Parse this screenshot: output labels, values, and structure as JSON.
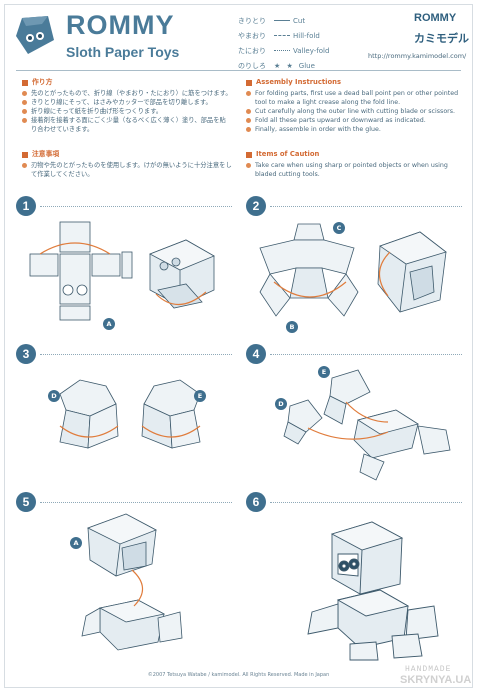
{
  "header": {
    "brand_title": "ROMMY",
    "brand_subtitle": "Sloth Paper Toys",
    "brand_right": "ROMMY",
    "brand_right_jp": "カミモデル",
    "url": "http://rommy.kamimodel.com/"
  },
  "legend": [
    {
      "jp": "きりとり",
      "style": "cut",
      "en": "Cut"
    },
    {
      "jp": "やまおり",
      "style": "hill",
      "en": "Hill-fold"
    },
    {
      "jp": "たにおり",
      "style": "valley",
      "en": "Valley-fold"
    },
    {
      "jp": "のりしろ",
      "style": "glue",
      "stars": "★ ★",
      "en": "Glue"
    }
  ],
  "sections": {
    "jp_instructions": {
      "title": "作り方",
      "items": [
        "先のとがったもので、折り線（やまおり・たにおり）に筋をつけます。",
        "きりとり線にそって、はさみやカッターで部品を切り離します。",
        "折り線にそって紙を折り曲げ形をつくります。",
        "接着剤を接着する面にごく少量（なるべく広く薄く）塗り、部品を貼り合わせていきます。"
      ]
    },
    "en_instructions": {
      "title": "Assembly Instructions",
      "items": [
        "For folding parts, first use a dead ball point pen or other pointed tool to make a light crease along the fold line.",
        "Cut carefully along the outer line with cutting blade or scissors.",
        "Fold all these parts upward or downward as indicated.",
        "Finally, assemble in order with the glue."
      ]
    },
    "jp_caution": {
      "title": "注意事項",
      "items": [
        "刃物や先のとがったものを使用します。けがの無いように十分注意をして作業してください。"
      ]
    },
    "en_caution": {
      "title": "Items of Caution",
      "items": [
        "Take care when using sharp or pointed objects or when using bladed cutting tools."
      ]
    }
  },
  "steps": {
    "s1": "1",
    "s2": "2",
    "s3": "3",
    "s4": "4",
    "s5": "5",
    "s6": "6"
  },
  "part_labels": {
    "a1": "A",
    "b": "B",
    "c": "C",
    "d3": "D",
    "e3": "E",
    "d4": "D",
    "e4": "E",
    "a5": "A"
  },
  "footer": {
    "copyright": "©2007 Tetsuya Watabe / kamimodel. All Rights Reserved. Made in Japan",
    "watermark_top": "HANDMADE",
    "watermark_bottom": "SKRYNYA.UA"
  },
  "colors": {
    "accent_orange": "#d36a33",
    "badge_blue": "#3f6f8e",
    "paper_fill": "#e4ecf1",
    "outline": "#3e5a6c"
  }
}
